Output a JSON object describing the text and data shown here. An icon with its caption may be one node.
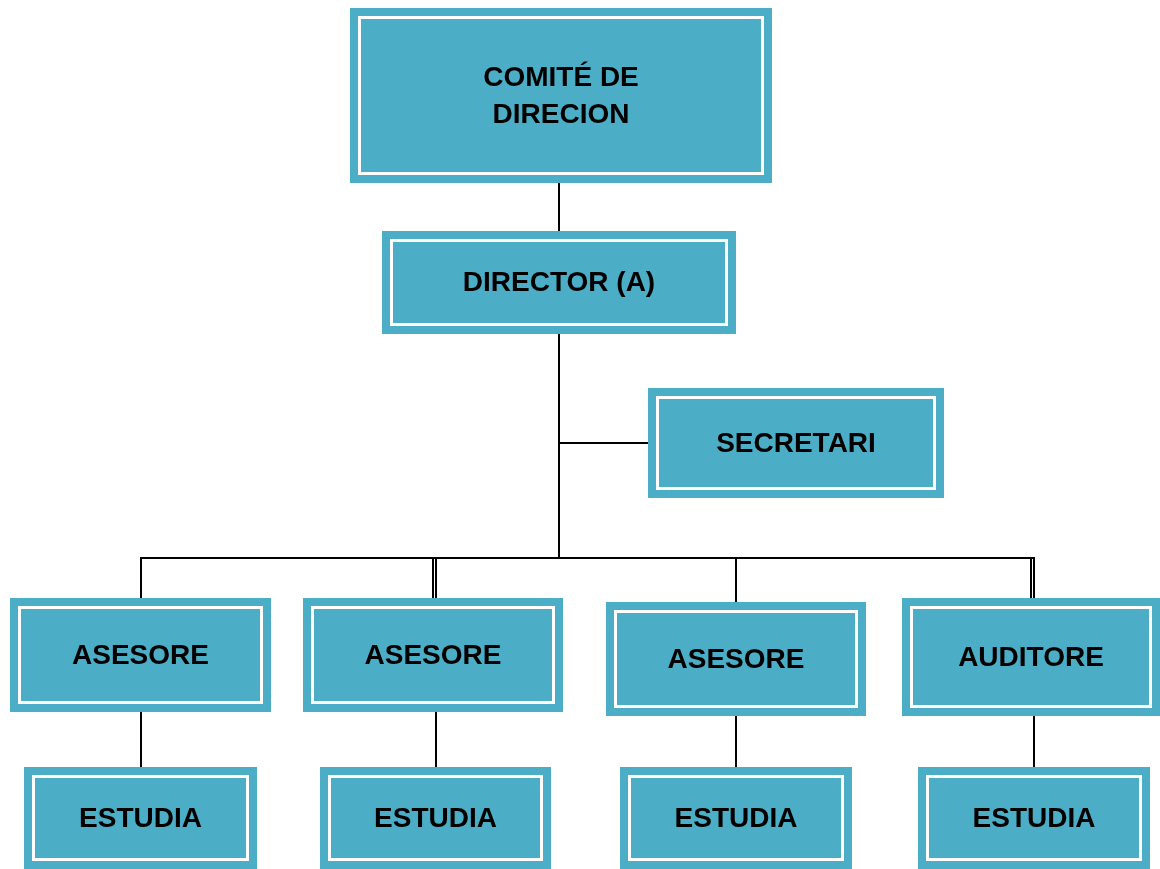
{
  "diagram": {
    "nodes": [
      {
        "text": [
          "COMITÉ DE DIRECION"
        ]
      },
      {
        "text": [
          "DIRECTOR (A)"
        ]
      },
      {
        "text": [
          "SECRETARI"
        ]
      },
      {
        "text": [
          "ASESORE"
        ]
      },
      {
        "text": [
          "ASESORE"
        ]
      },
      {
        "text": [
          "ASESORE"
        ]
      },
      {
        "text": [
          "AUDITORE"
        ]
      },
      {
        "text": [
          "ESTUDIA"
        ]
      },
      {
        "text": [
          "ESTUDIA"
        ]
      },
      {
        "text": [
          "ESTUDIA"
        ]
      },
      {
        "text": [
          "ESTUDIA"
        ]
      }
    ],
    "edges": [
      {
        "from": 0,
        "to": 1,
        "arrow": "none"
      },
      {
        "from": 1,
        "to": 2,
        "arrow": "none"
      },
      {
        "from": 1,
        "to": 3,
        "arrow": "none"
      },
      {
        "from": 1,
        "to": 4,
        "arrow": "none"
      },
      {
        "from": 1,
        "to": 5,
        "arrow": "none"
      },
      {
        "from": 1,
        "to": 6,
        "arrow": "none"
      },
      {
        "from": 3,
        "to": 7,
        "arrow": "none"
      },
      {
        "from": 4,
        "to": 8,
        "arrow": "none"
      },
      {
        "from": 5,
        "to": 9,
        "arrow": "none"
      },
      {
        "from": 6,
        "to": 10,
        "arrow": "none"
      }
    ]
  }
}
